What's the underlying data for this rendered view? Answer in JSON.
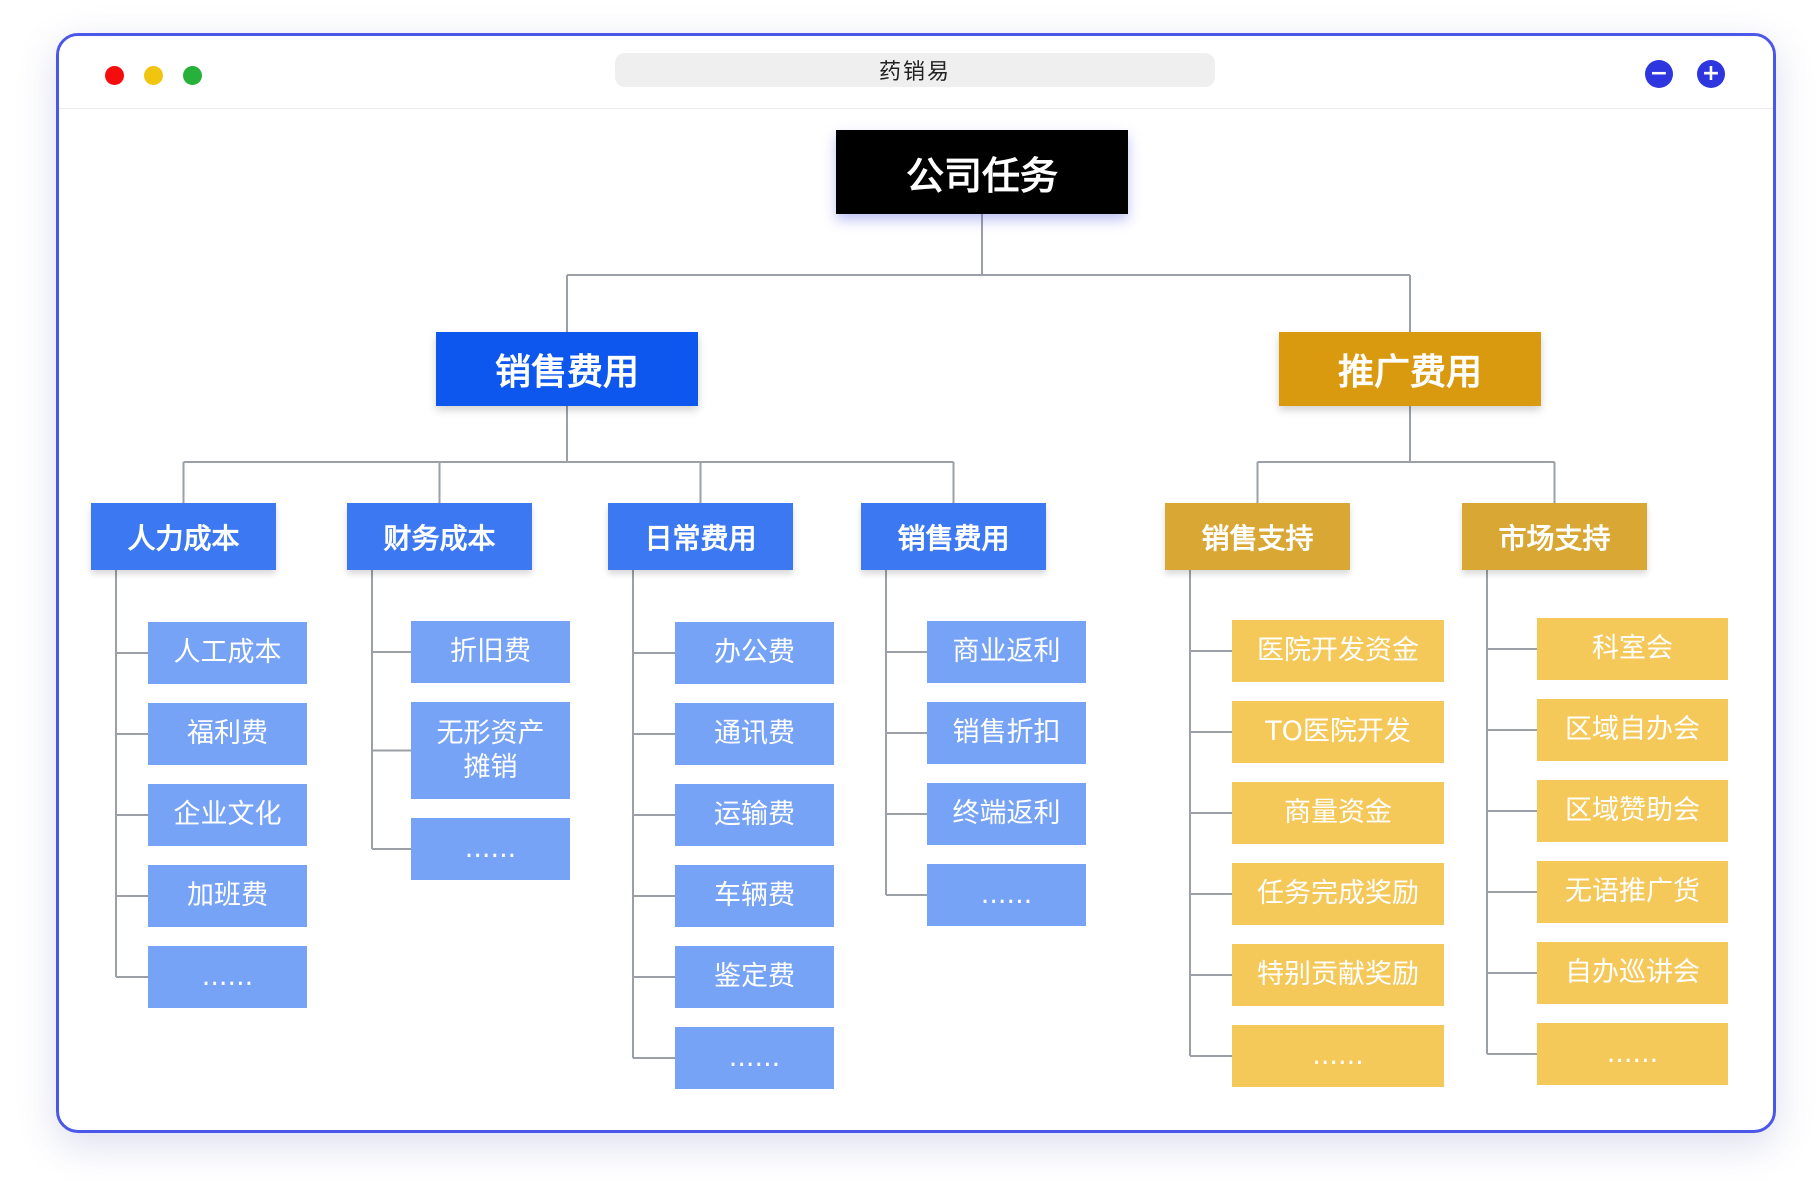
{
  "window": {
    "title": "药销易"
  },
  "controls": {
    "zoom_out": "−",
    "zoom_in": "+"
  },
  "tree": {
    "root": "公司任务",
    "branches": [
      {
        "label": "销售费用",
        "color": "#0d56ee",
        "groups": [
          {
            "label": "人力成本",
            "items": [
              "人工成本",
              "福利费",
              "企业文化",
              "加班费",
              "......"
            ]
          },
          {
            "label": "财务成本",
            "items": [
              "折旧费",
              "无形资产\n摊销",
              "......"
            ]
          },
          {
            "label": "日常费用",
            "items": [
              "办公费",
              "通讯费",
              "运输费",
              "车辆费",
              "鉴定费",
              "......"
            ]
          },
          {
            "label": "销售费用",
            "items": [
              "商业返利",
              "销售折扣",
              "终端返利",
              "......"
            ]
          }
        ]
      },
      {
        "label": "推广费用",
        "color": "#d99a10",
        "groups": [
          {
            "label": "销售支持",
            "items": [
              "医院开发资金",
              "TO医院开发",
              "商量资金",
              "任务完成奖励",
              "特别贡献奖励",
              "......"
            ]
          },
          {
            "label": "市场支持",
            "items": [
              "科室会",
              "区域自办会",
              "区域赞助会",
              "无语推广货",
              "自办巡讲会",
              "......"
            ]
          }
        ]
      }
    ]
  }
}
